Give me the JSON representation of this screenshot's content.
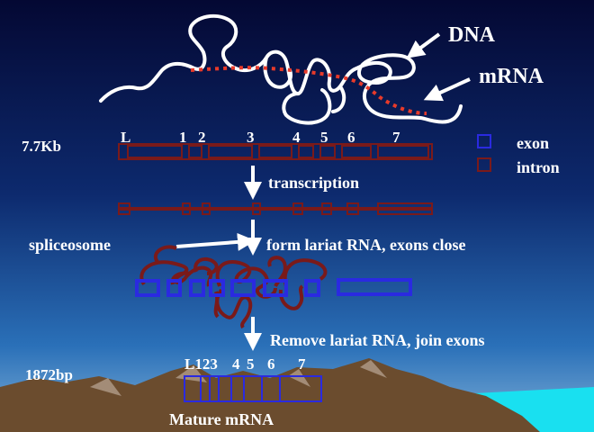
{
  "labels": {
    "dna": "DNA",
    "mrna": "mRNA",
    "size_genomic": "7.7Kb",
    "size_mature": "1872bp",
    "legend_exon": "exon",
    "legend_intron": "intron",
    "step_transcription": "transcription",
    "spliceosome": "spliceosome",
    "step_lariat": "form lariat RNA, exons close",
    "step_remove": "Remove lariat RNA, join exons",
    "mature": "Mature mRNA"
  },
  "gene_exons": {
    "top_labels": [
      "L",
      "1",
      "2",
      "3",
      "4",
      "5",
      "6",
      "7"
    ],
    "mature_labels": [
      "L123",
      "4",
      "5",
      "6",
      "7"
    ]
  },
  "colors": {
    "sky_top": "#050a3c",
    "sky_bottom": "#1e5aa8",
    "exon": "#2a2ae0",
    "intron": "#7a1a1a",
    "mrna_dotted": "#e83a2a",
    "text": "#ffffff",
    "sea": "#19e0f0",
    "mountain": "#6b4c2e"
  }
}
